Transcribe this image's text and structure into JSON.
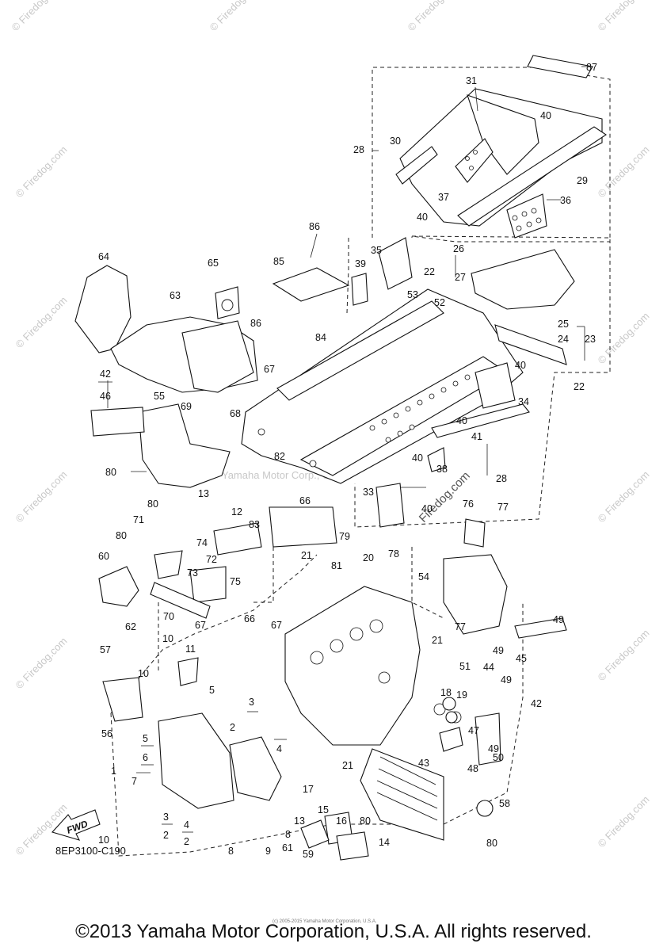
{
  "diagram": {
    "part_code": "8EP3100-C190",
    "fwd_label": "FWD",
    "watermarks": [
      "© Firedog.com",
      "Yamaha Motor Corp., U.S.A.",
      "Firedog.com"
    ],
    "callouts": [
      "87",
      "31",
      "40",
      "28",
      "30",
      "29",
      "37",
      "40",
      "36",
      "86",
      "35",
      "39",
      "85",
      "26",
      "22",
      "27",
      "64",
      "65",
      "63",
      "53",
      "52",
      "86",
      "84",
      "25",
      "24",
      "23",
      "40",
      "22",
      "67",
      "34",
      "42",
      "46",
      "69",
      "68",
      "55",
      "40",
      "41",
      "40",
      "38",
      "28",
      "80",
      "82",
      "33",
      "40",
      "66",
      "76",
      "77",
      "13",
      "80",
      "12",
      "83",
      "79",
      "71",
      "74",
      "80",
      "81",
      "21",
      "20",
      "78",
      "54",
      "60",
      "72",
      "73",
      "75",
      "70",
      "62",
      "67",
      "66",
      "67",
      "49",
      "77",
      "21",
      "49",
      "51",
      "45",
      "10",
      "11",
      "57",
      "10",
      "44",
      "49",
      "5",
      "42",
      "18",
      "19",
      "56",
      "3",
      "47",
      "5",
      "6",
      "2",
      "4",
      "43",
      "49",
      "48",
      "50",
      "1",
      "7",
      "21",
      "58",
      "17",
      "15",
      "16",
      "80",
      "13",
      "3",
      "2",
      "4",
      "2",
      "8",
      "9",
      "61",
      "59",
      "14",
      "80",
      "10",
      "8"
    ]
  },
  "footer": {
    "copyright": "©2013 Yamaha Motor Corporation, U.S.A. All rights reserved.",
    "small_print": "(c) 2005-2015 Yamaha Motor Corporation, U.S.A."
  }
}
